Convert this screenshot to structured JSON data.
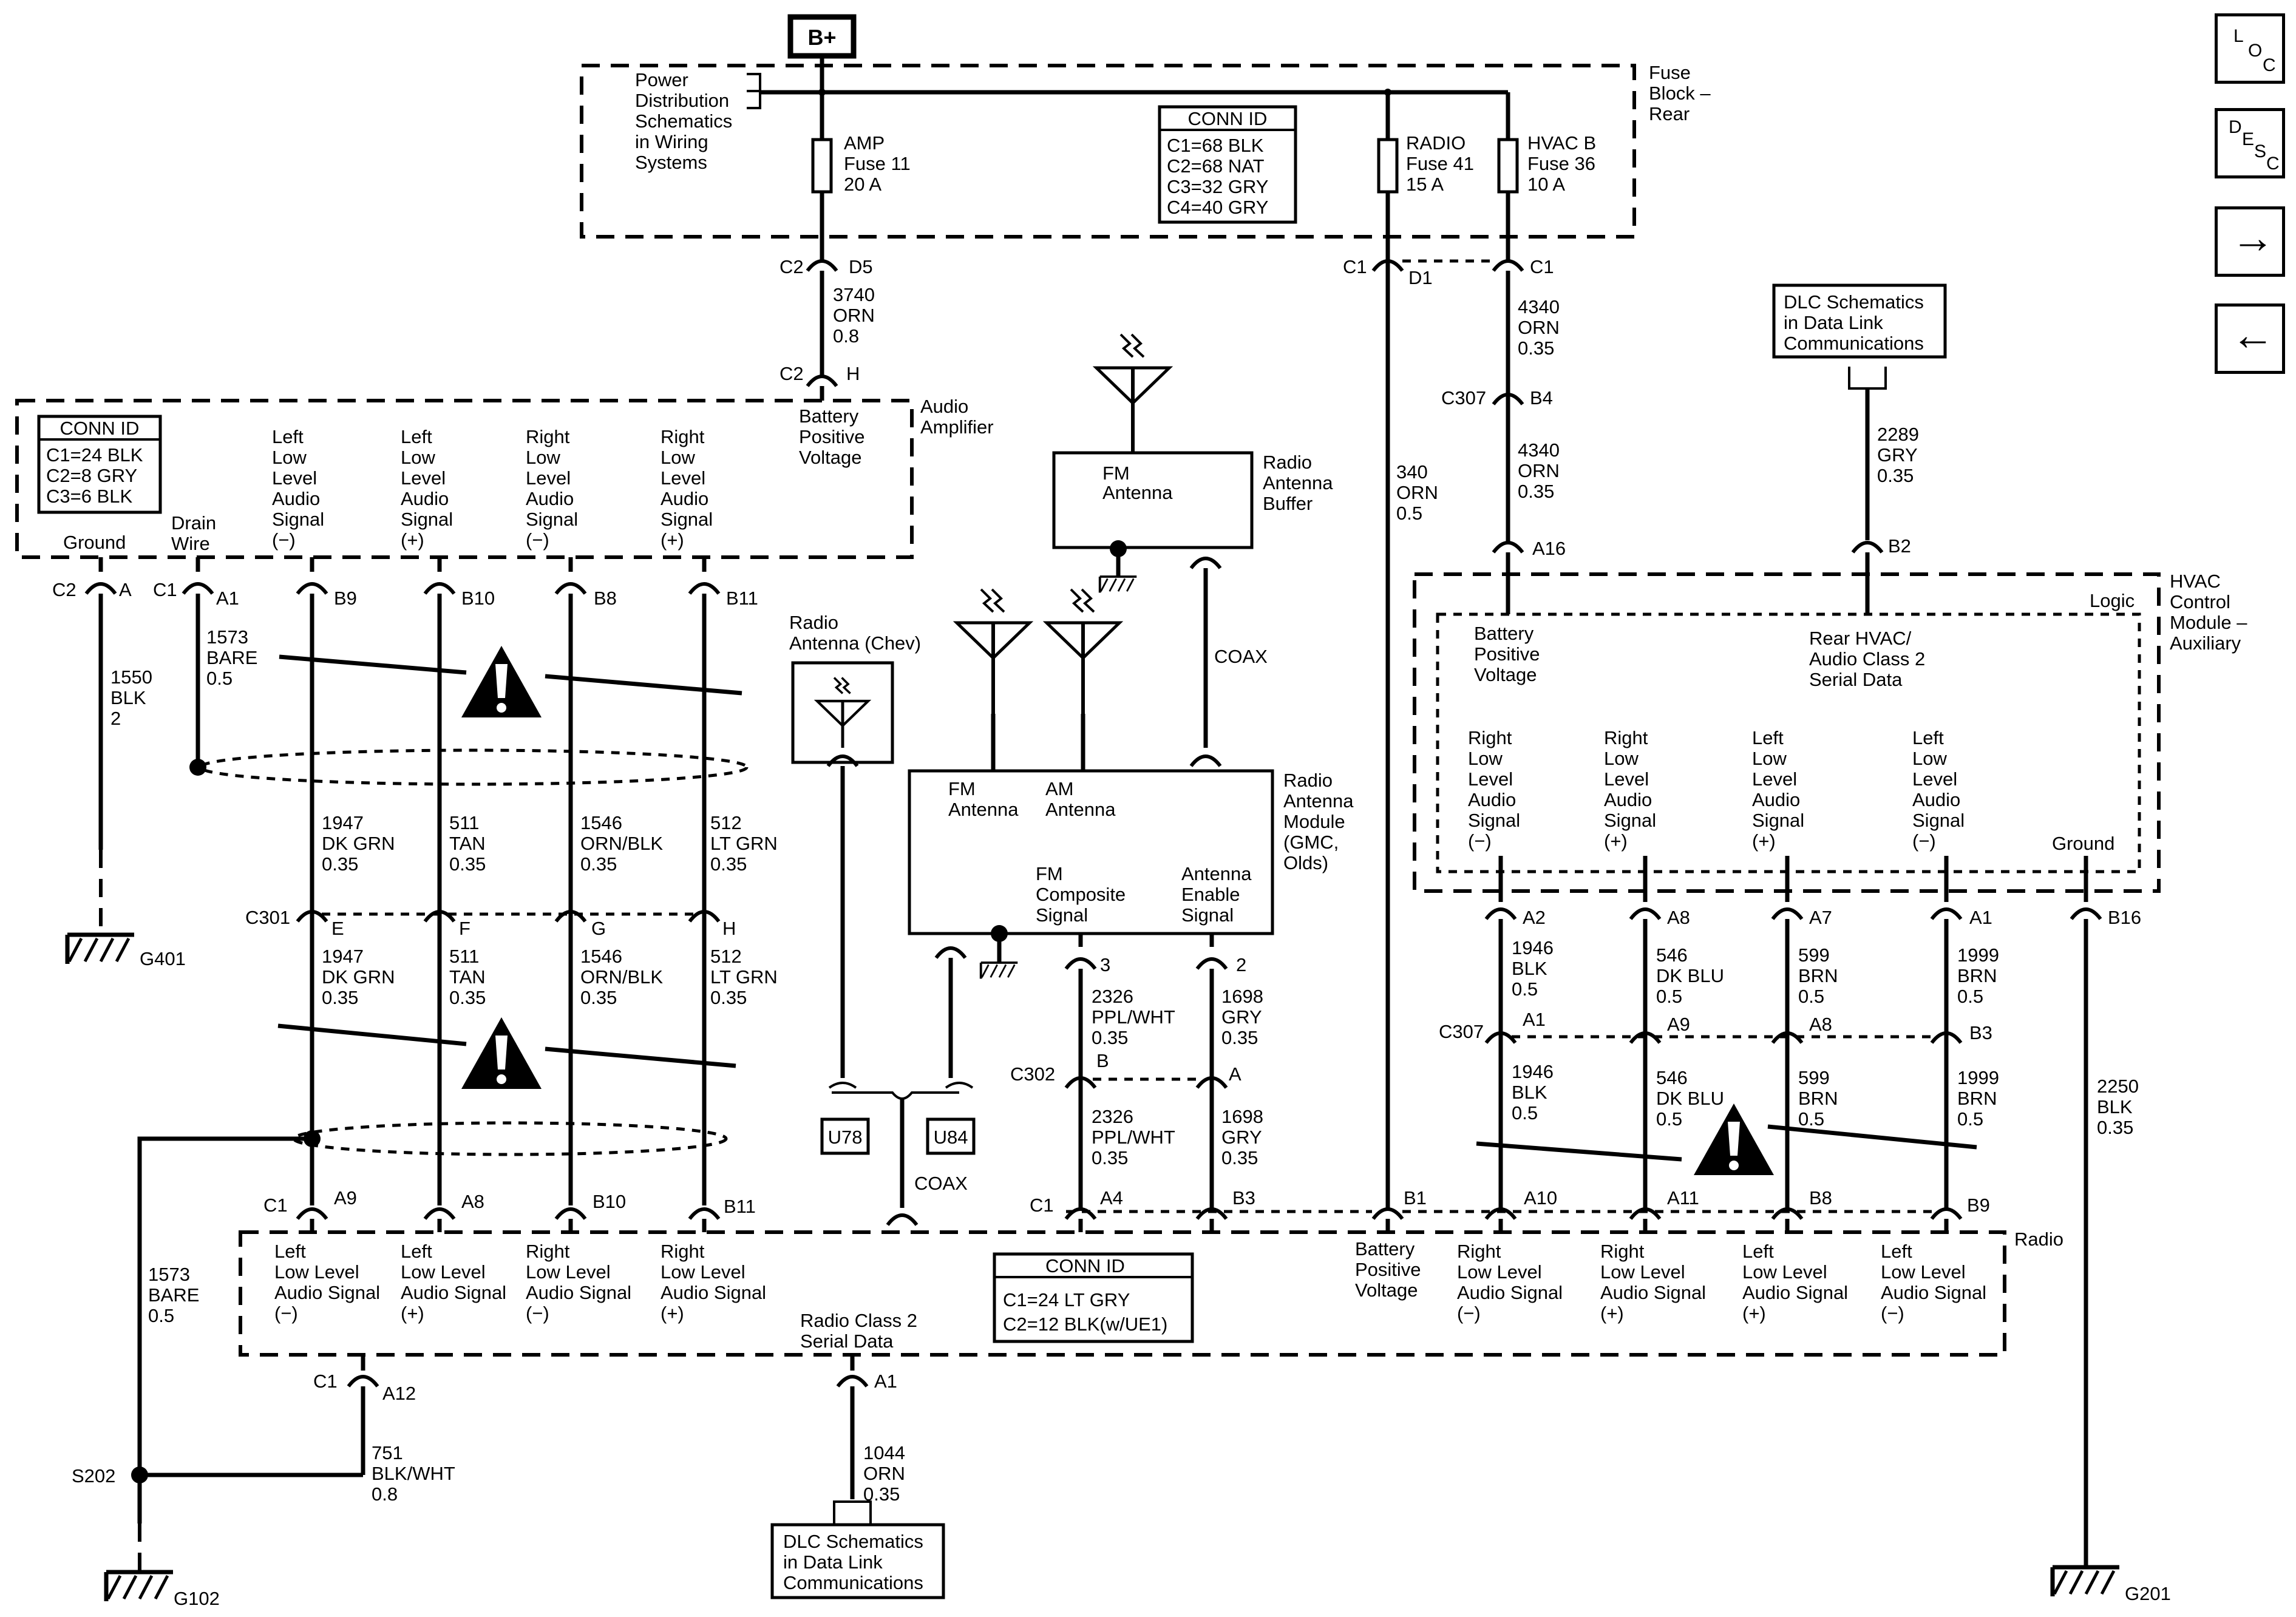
{
  "power": "B+",
  "fuse_block": {
    "label1": "Fuse",
    "label2": "Block –",
    "label3": "Rear",
    "pd_ref": [
      "Power",
      "Distribution",
      "Schematics",
      "in Wiring",
      "Systems"
    ],
    "conn_id": {
      "title": "CONN ID",
      "lines": [
        "C1=68 BLK",
        "C2=68 NAT",
        "C3=32 GRY",
        "C4=40 GRY"
      ]
    },
    "fuses": [
      {
        "l1": "AMP",
        "l2": "Fuse 11",
        "l3": "20 A"
      },
      {
        "l1": "RADIO",
        "l2": "Fuse 41",
        "l3": "15 A"
      },
      {
        "l1": "HVAC B",
        "l2": "Fuse 36",
        "l3": "10 A"
      }
    ]
  },
  "amp_feed": {
    "c_top": "C2",
    "p_top": "D5",
    "wire": [
      "3740",
      "ORN",
      "0.8"
    ],
    "c_bot": "C2",
    "p_bot": "H"
  },
  "radio_feed": {
    "c": "C1",
    "p": "D1",
    "wire": [
      "340",
      "ORN",
      "0.5"
    ]
  },
  "hvac_feed": {
    "p": "C1",
    "wire1": [
      "4340",
      "ORN",
      "0.35"
    ],
    "c307": "C307",
    "b4": "B4",
    "wire2": [
      "4340",
      "ORN",
      "0.35"
    ],
    "a16": "A16"
  },
  "amp": {
    "title": [
      "Audio",
      "Amplifier"
    ],
    "conn_id": {
      "title": "CONN ID",
      "lines": [
        "C1=24 BLK",
        "C2=8 GRY",
        "C3=6 BLK"
      ]
    },
    "bpv": [
      "Battery",
      "Positive",
      "Voltage"
    ],
    "ground": "Ground",
    "drain": [
      "Drain",
      "Wire"
    ],
    "signals": [
      [
        "Left",
        "Low",
        "Level",
        "Audio",
        "Signal",
        "(−)"
      ],
      [
        "Left",
        "Low",
        "Level",
        "Audio",
        "Signal",
        "(+)"
      ],
      [
        "Right",
        "Low",
        "Level",
        "Audio",
        "Signal",
        "(−)"
      ],
      [
        "Right",
        "Low",
        "Level",
        "Audio",
        "Signal",
        "(+)"
      ]
    ],
    "pins": {
      "c2": "C2",
      "a": "A",
      "c1": "C1",
      "a1": "A1",
      "b9": "B9",
      "b10": "B10",
      "b8": "B8",
      "b11": "B11"
    }
  },
  "ground_g401": {
    "wire": [
      "1550",
      "BLK",
      "2"
    ],
    "label": "G401"
  },
  "drain_wire": [
    "1573",
    "BARE",
    "0.5"
  ],
  "wires_upper": [
    [
      "1947",
      "DK GRN",
      "0.35"
    ],
    [
      "511",
      "TAN",
      "0.35"
    ],
    [
      "1546",
      "ORN/BLK",
      "0.35"
    ],
    [
      "512",
      "LT GRN",
      "0.35"
    ]
  ],
  "c301": {
    "label": "C301",
    "pins": [
      "E",
      "F",
      "G",
      "H"
    ]
  },
  "wires_lower": [
    [
      "1947",
      "DK GRN",
      "0.35"
    ],
    [
      "511",
      "TAN",
      "0.35"
    ],
    [
      "1546",
      "ORN/BLK",
      "0.35"
    ],
    [
      "512",
      "LT GRN",
      "0.35"
    ]
  ],
  "bare2": [
    "1573",
    "BARE",
    "0.5"
  ],
  "s202": "S202",
  "g102": "G102",
  "antenna_chev": [
    "Radio",
    "Antenna (Chev)"
  ],
  "buffer": {
    "title": [
      "Radio",
      "Antenna",
      "Buffer"
    ],
    "fm": [
      "FM",
      "Antenna"
    ]
  },
  "coax": "COAX",
  "coax2": "COAX",
  "ant_module": {
    "title": [
      "Radio",
      "Antenna",
      "Module",
      "(GMC,",
      "Olds)"
    ],
    "fm": [
      "FM",
      "Antenna"
    ],
    "am": [
      "AM",
      "Antenna"
    ],
    "comp": [
      "FM",
      "Composite",
      "Signal"
    ],
    "enable": [
      "Antenna",
      "Enable",
      "Signal"
    ],
    "pin3": "3",
    "pin2": "2"
  },
  "u78": "U78",
  "u84": "U84",
  "wire_2326a": [
    "2326",
    "PPL/WHT",
    "0.35"
  ],
  "wire_1698a": [
    "1698",
    "GRY",
    "0.35"
  ],
  "c302": {
    "label": "C302",
    "b": "B",
    "a": "A"
  },
  "wire_2326b": [
    "2326",
    "PPL/WHT",
    "0.35"
  ],
  "wire_1698b": [
    "1698",
    "GRY",
    "0.35"
  ],
  "dlc_top": [
    "DLC Schematics",
    "in Data Link",
    "Communications"
  ],
  "wire_2289": [
    "2289",
    "GRY",
    "0.35"
  ],
  "b2": "B2",
  "hvac": {
    "title": [
      "HVAC",
      "Control",
      "Module –",
      "Auxiliary"
    ],
    "logic": "Logic",
    "bpv": [
      "Battery",
      "Positive",
      "Voltage"
    ],
    "serial": [
      "Rear HVAC/",
      "Audio Class 2",
      "Serial Data"
    ],
    "signals": [
      [
        "Right",
        "Low",
        "Level",
        "Audio",
        "Signal",
        "(−)"
      ],
      [
        "Right",
        "Low",
        "Level",
        "Audio",
        "Signal",
        "(+)"
      ],
      [
        "Left",
        "Low",
        "Level",
        "Audio",
        "Signal",
        "(+)"
      ],
      [
        "Left",
        "Low",
        "Level",
        "Audio",
        "Signal",
        "(−)"
      ]
    ],
    "ground": "Ground",
    "pins": [
      "A2",
      "A8",
      "A7",
      "A1",
      "B16"
    ]
  },
  "hvac_wires_upper": [
    [
      "1946",
      "BLK",
      "0.5"
    ],
    [
      "546",
      "DK BLU",
      "0.5"
    ],
    [
      "599",
      "BRN",
      "0.5"
    ],
    [
      "1999",
      "BRN",
      "0.5"
    ]
  ],
  "c307b": {
    "label": "C307",
    "pins": [
      "A1",
      "A9",
      "A8",
      "B3"
    ]
  },
  "hvac_wires_lower": [
    [
      "1946",
      "BLK",
      "0.5"
    ],
    [
      "546",
      "DK BLU",
      "0.5"
    ],
    [
      "599",
      "BRN",
      "0.5"
    ],
    [
      "1999",
      "BRN",
      "0.5"
    ]
  ],
  "wire_2250": [
    "2250",
    "BLK",
    "0.35"
  ],
  "g201": "G201",
  "radio": {
    "title": "Radio",
    "pins": {
      "c1": "C1",
      "a9": "A9",
      "a8": "A8",
      "b10": "B10",
      "b11": "B11",
      "c1b": "C1",
      "a4": "A4",
      "b3": "B3",
      "b1": "B1",
      "a10": "A10",
      "a11": "A11",
      "b8": "B8",
      "b9": "B9",
      "c1c": "C1",
      "a12": "A12",
      "a1": "A1"
    },
    "signals_left": [
      [
        "Left",
        "Low Level",
        "Audio Signal",
        "(−)"
      ],
      [
        "Left",
        "Low Level",
        "Audio Signal",
        "(+)"
      ],
      [
        "Right",
        "Low Level",
        "Audio Signal",
        "(−)"
      ],
      [
        "Right",
        "Low Level",
        "Audio Signal",
        "(+)"
      ]
    ],
    "conn_id": {
      "title": "CONN ID",
      "lines": [
        "C1=24 LT GRY",
        "C2=12 BLK(w/UE1)"
      ]
    },
    "bpv": [
      "Battery",
      "Positive",
      "Voltage"
    ],
    "signals_right": [
      [
        "Right",
        "Low Level",
        "Audio Signal",
        "(−)"
      ],
      [
        "Right",
        "Low Level",
        "Audio Signal",
        "(+)"
      ],
      [
        "Left",
        "Low Level",
        "Audio Signal",
        "(+)"
      ],
      [
        "Left",
        "Low Level",
        "Audio Signal",
        "(−)"
      ]
    ],
    "serial": [
      "Radio Class 2",
      "Serial Data"
    ]
  },
  "wire_751": [
    "751",
    "BLK/WHT",
    "0.8"
  ],
  "wire_1044": [
    "1044",
    "ORN",
    "0.35"
  ],
  "dlc_bottom": [
    "DLC Schematics",
    "in Data Link",
    "Communications"
  ],
  "nav": {
    "loc": [
      "L",
      "O",
      "C"
    ],
    "desc": [
      "D",
      "E",
      "S",
      "C"
    ],
    "next": "→",
    "prev": "←"
  }
}
